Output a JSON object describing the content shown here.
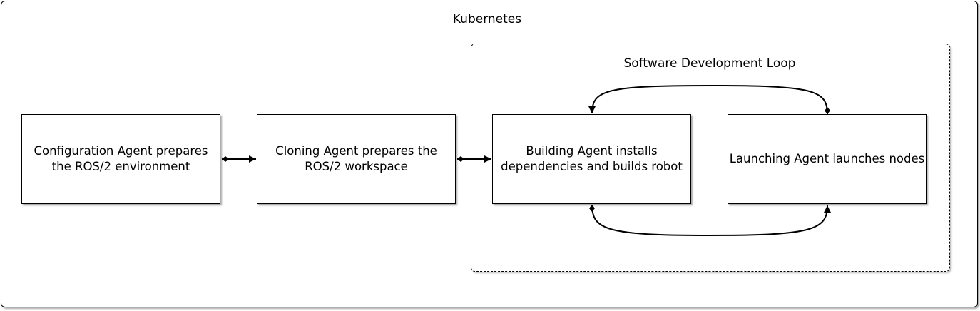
{
  "container": {
    "title": "Kubernetes"
  },
  "loop": {
    "title": "Software Development Loop"
  },
  "nodes": {
    "configuration": "Configuration Agent prepares the ROS/2 environment",
    "cloning": "Cloning Agent prepares the ROS/2 workspace",
    "building": "Building Agent installs dependencies and builds robot",
    "launching": "Launching Agent launches nodes"
  },
  "edges": [
    {
      "from": "configuration",
      "to": "cloning"
    },
    {
      "from": "cloning",
      "to": "building"
    },
    {
      "from": "launching",
      "to": "building"
    },
    {
      "from": "building",
      "to": "launching"
    }
  ]
}
